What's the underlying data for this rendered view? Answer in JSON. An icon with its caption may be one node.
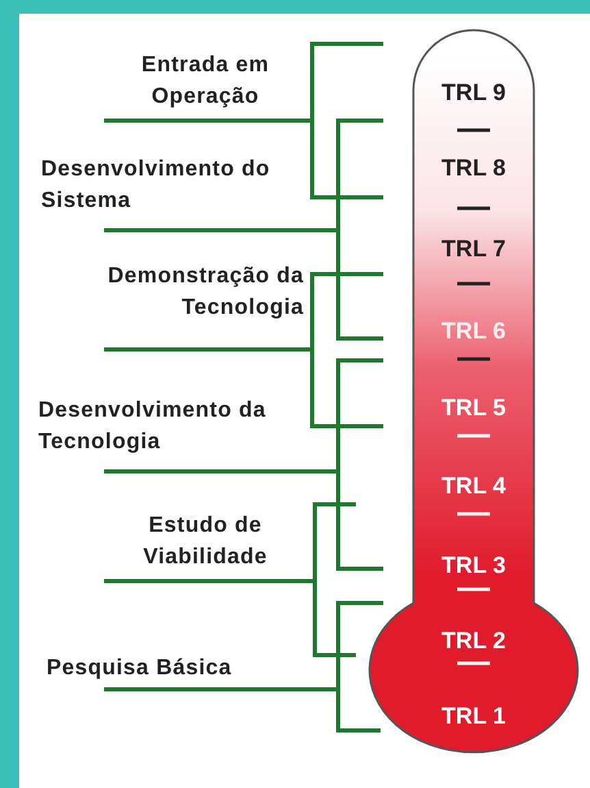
{
  "diagram": {
    "nodes": [
      {
        "text": [
          "TRL 9",
          "TRL 8",
          "TRL 7",
          "TRL 6",
          "TRL 5",
          "TRL 4",
          "TRL 3",
          "TRL 2",
          "TRL 1"
        ]
      }
    ],
    "labels": [
      "Entrada em Operação",
      "Desenvolvimento do Sistema",
      "Demonstração da Tecnologia",
      "Desenvolvimento da Tecnologia",
      "Estudo de Viabilidade",
      "Pesquisa Básica"
    ]
  }
}
